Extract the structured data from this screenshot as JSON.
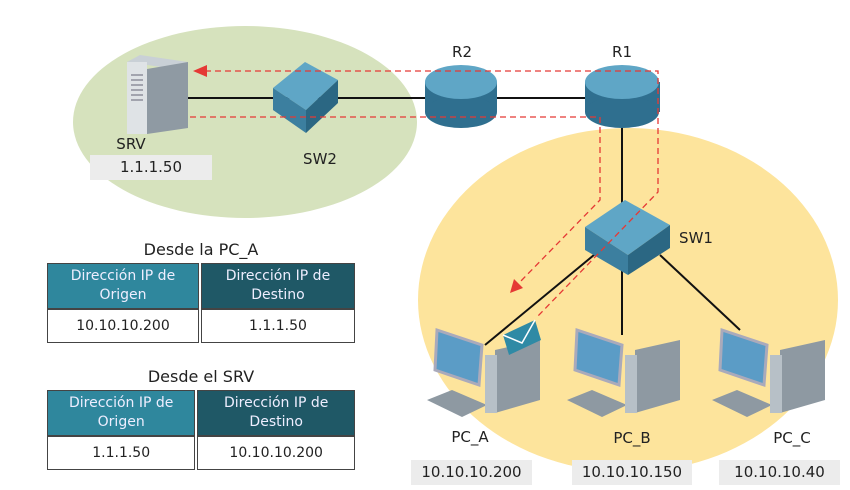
{
  "devices": {
    "srv": "SRV",
    "sw2": "SW2",
    "r2": "R2",
    "r1": "R1",
    "sw1": "SW1",
    "pc_a": "PC_A",
    "pc_b": "PC_B",
    "pc_c": "PC_C"
  },
  "ips": {
    "srv": "1.1.1.50",
    "pc_a": "10.10.10.200",
    "pc_b": "10.10.10.150",
    "pc_c": "10.10.10.40"
  },
  "tables": [
    {
      "title": "Desde la PC_A",
      "headers": [
        "Dirección IP de Origen",
        "Dirección IP de Destino"
      ],
      "values": [
        "10.10.10.200",
        "1.1.1.50"
      ]
    },
    {
      "title": "Desde el SRV",
      "headers": [
        "Dirección IP de Origen",
        "Dirección IP de Destino"
      ],
      "values": [
        "1.1.1.50",
        "10.10.10.200"
      ]
    }
  ],
  "colors": {
    "zone_srv": "#d6e2bd",
    "zone_lan": "#fde49c",
    "path": "#e53935",
    "header_origin": "#2f879d",
    "header_dest": "#1f5866"
  }
}
